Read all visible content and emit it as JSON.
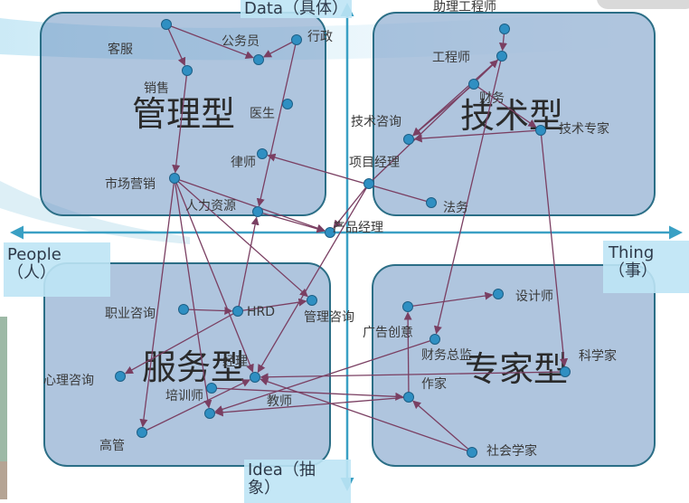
{
  "axes": {
    "top": "Data（具体）",
    "bottom_line1": "Idea（抽",
    "bottom_line2": "象）",
    "left_line1": "People",
    "left_line2": "（人）",
    "right_line1": "Thing",
    "right_line2": "（事）"
  },
  "quadrants": {
    "top_left": "管理型",
    "top_right": "技术型",
    "bottom_left": "服务型",
    "bottom_right": "专家型"
  },
  "colors": {
    "quadrant_fill": "#7b9fc6",
    "quadrant_border": "#2b6e86",
    "axis": "#3aa0c4",
    "edge": "#7a3f62",
    "node": "#2f8fc2"
  },
  "nodes": [
    {
      "id": "kefu",
      "label": "客服"
    },
    {
      "id": "xiaoshou",
      "label": "销售"
    },
    {
      "id": "gongwuyuan",
      "label": "公务员"
    },
    {
      "id": "xingzheng",
      "label": "行政"
    },
    {
      "id": "yisheng",
      "label": "医生"
    },
    {
      "id": "lvshi",
      "label": "律师"
    },
    {
      "id": "shichang",
      "label": "市场营销"
    },
    {
      "id": "renli",
      "label": "人力资源"
    },
    {
      "id": "zhuligcs",
      "label": "助理工程师"
    },
    {
      "id": "gcs",
      "label": "工程师"
    },
    {
      "id": "caiwu",
      "label": "财务"
    },
    {
      "id": "jishuzixun",
      "label": "技术咨询"
    },
    {
      "id": "jishuzhuanjia",
      "label": "技术专家"
    },
    {
      "id": "xiangmujingli",
      "label": "项目经理"
    },
    {
      "id": "fawu",
      "label": "法务"
    },
    {
      "id": "chanpinjingli",
      "label": "产品经理"
    },
    {
      "id": "zhiyezixun",
      "label": "职业咨询"
    },
    {
      "id": "hrd",
      "label": "HRD"
    },
    {
      "id": "guanlizixun",
      "label": "管理咨询"
    },
    {
      "id": "jingli",
      "label": "经理"
    },
    {
      "id": "xinlizixun",
      "label": "心理咨询"
    },
    {
      "id": "peixunshi",
      "label": "培训师"
    },
    {
      "id": "jiaoshi",
      "label": "教师"
    },
    {
      "id": "gaoguan",
      "label": "高管"
    },
    {
      "id": "shejishi",
      "label": "设计师"
    },
    {
      "id": "guanggao",
      "label": "广告创意"
    },
    {
      "id": "caiwuzongjian",
      "label": "财务总监"
    },
    {
      "id": "kexuejia",
      "label": "科学家"
    },
    {
      "id": "zuojia",
      "label": "作家"
    },
    {
      "id": "shehuixuejia",
      "label": "社会学家"
    }
  ],
  "edges": [
    [
      "kefu",
      "xiaoshou"
    ],
    [
      "kefu",
      "gongwuyuan"
    ],
    [
      "xingzheng",
      "gongwuyuan"
    ],
    [
      "xiaoshou",
      "shichang"
    ],
    [
      "xingzheng",
      "renli"
    ],
    [
      "shichang",
      "gaoguan"
    ],
    [
      "shichang",
      "jingli"
    ],
    [
      "shichang",
      "peixunshi"
    ],
    [
      "shichang",
      "guanlizixun"
    ],
    [
      "shichang",
      "chanpinjingli"
    ],
    [
      "renli",
      "chanpinjingli"
    ],
    [
      "fawu",
      "lvshi"
    ],
    [
      "xiangmujingli",
      "chanpinjingli"
    ],
    [
      "xiangmujingli",
      "gcs"
    ],
    [
      "xiangmujingli",
      "jingli"
    ],
    [
      "zhuligcs",
      "gcs"
    ],
    [
      "gcs",
      "jishuzixun"
    ],
    [
      "caiwu",
      "jishuzixun"
    ],
    [
      "jishuzhuanjia",
      "jishuzixun"
    ],
    [
      "caiwu",
      "jishuzhuanjia"
    ],
    [
      "gcs",
      "caiwuzongjian"
    ],
    [
      "jishuzhuanjia",
      "kexuejia"
    ],
    [
      "hrd",
      "renli"
    ],
    [
      "hrd",
      "xinlizixun"
    ],
    [
      "hrd",
      "guanlizixun"
    ],
    [
      "zhiyezixun",
      "hrd"
    ],
    [
      "guanggao",
      "shejishi"
    ],
    [
      "kexuejia",
      "jingli"
    ],
    [
      "zuojia",
      "peixunshi"
    ],
    [
      "zuojia",
      "guanggao"
    ],
    [
      "shehuixuejia",
      "zuojia"
    ],
    [
      "shehuixuejia",
      "jingli"
    ],
    [
      "caiwuzongjian",
      "peixunshi"
    ],
    [
      "jiaoshi",
      "zuojia"
    ],
    [
      "gaoguan",
      "jingli"
    ]
  ]
}
